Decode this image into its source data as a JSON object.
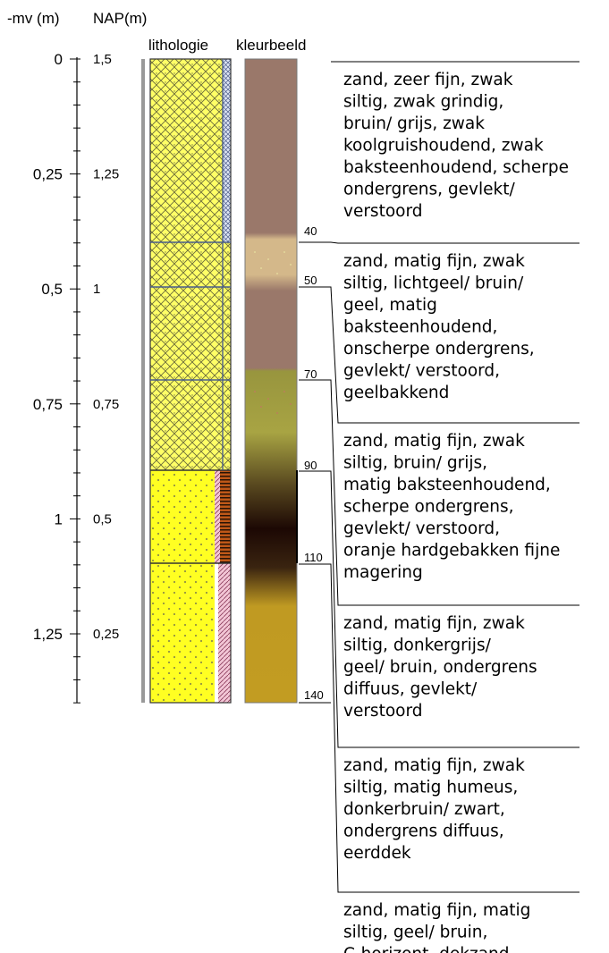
{
  "headers": {
    "mv": "-mv (m)",
    "nap": "NAP(m)",
    "lithologie": "lithologie",
    "kleurbeeld": "kleurbeeld"
  },
  "mv_ticks": [
    "0",
    "0,25",
    "0,5",
    "0,75",
    "1",
    "1,25"
  ],
  "nap_ticks": [
    "1,5",
    "1,25",
    "1",
    "0,75",
    "0,5",
    "0,25"
  ],
  "depth_labels": [
    "40",
    "50",
    "70",
    "90",
    "110",
    "140"
  ],
  "descriptions": [
    [
      "zand, zeer fijn, zwak",
      "siltig, zwak grindig,",
      "bruin/ grijs, zwak",
      "koolgruishoudend, zwak",
      "baksteenhoudend, scherpe",
      "ondergrens, gevlekt/",
      "verstoord"
    ],
    [
      "zand, matig fijn, zwak",
      "siltig, lichtgeel/ bruin/",
      "geel, matig",
      "baksteenhoudend,",
      "onscherpe ondergrens,",
      "gevlekt/ verstoord,",
      "geelbakkend"
    ],
    [
      "zand, matig fijn, zwak",
      "siltig, bruin/ grijs,",
      "matig baksteenhoudend,",
      "scherpe ondergrens,",
      "gevlekt/ verstoord,",
      "oranje hardgebakken fijne",
      "magering"
    ],
    [
      "zand, matig fijn, zwak",
      "siltig, donkergrijs/",
      "geel/ bruin, ondergrens",
      "diffuus, gevlekt/",
      "verstoord"
    ],
    [
      "zand, matig fijn, zwak",
      "siltig, matig humeus,",
      "donkerbruin/ zwart,",
      "ondergrens diffuus,",
      "eerddek"
    ],
    [
      "zand, matig fijn, matig",
      "siltig, geel/ bruin,",
      "C-horizont, dekzand"
    ]
  ]
}
